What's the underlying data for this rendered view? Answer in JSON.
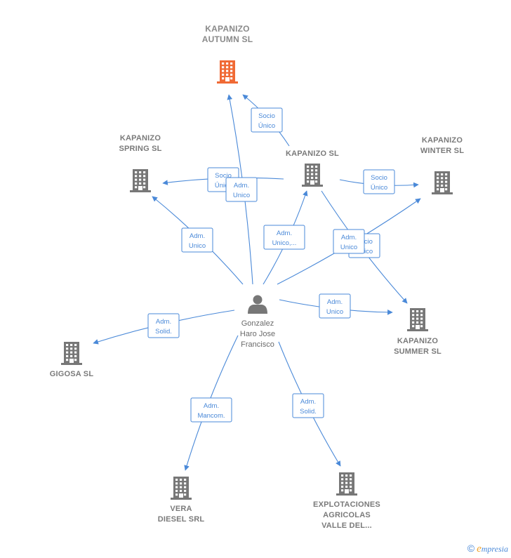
{
  "colors": {
    "edge": "#4a89d8",
    "building": "#777777",
    "building_highlight": "#f06a35",
    "person": "#777777"
  },
  "person": {
    "lines": [
      "Gonzalez",
      "Haro Jose",
      "Francisco"
    ],
    "icon": "person-icon"
  },
  "companies": [
    {
      "id": "autumn",
      "lines": [
        "KAPANIZO",
        "AUTUMN  SL"
      ],
      "highlight": true,
      "icon": "building-icon"
    },
    {
      "id": "kapanizo",
      "lines": [
        "KAPANIZO  SL"
      ],
      "highlight": false,
      "icon": "building-icon"
    },
    {
      "id": "spring",
      "lines": [
        "KAPANIZO",
        "SPRING  SL"
      ],
      "highlight": false,
      "icon": "building-icon"
    },
    {
      "id": "winter",
      "lines": [
        "KAPANIZO",
        "WINTER  SL"
      ],
      "highlight": false,
      "icon": "building-icon"
    },
    {
      "id": "summer",
      "lines": [
        "KAPANIZO",
        "SUMMER  SL"
      ],
      "highlight": false,
      "icon": "building-icon"
    },
    {
      "id": "gigosa",
      "lines": [
        "GIGOSA SL"
      ],
      "highlight": false,
      "icon": "building-icon"
    },
    {
      "id": "vera",
      "lines": [
        "VERA",
        "DIESEL SRL"
      ],
      "highlight": false,
      "icon": "building-icon"
    },
    {
      "id": "explotaciones",
      "lines": [
        "EXPLOTACIONES",
        "AGRICOLAS",
        "VALLE DEL..."
      ],
      "highlight": false,
      "icon": "building-icon"
    }
  ],
  "edges": [
    {
      "from": "kapanizo",
      "to": "autumn",
      "label": [
        "Socio",
        "Único"
      ]
    },
    {
      "from": "kapanizo",
      "to": "spring",
      "label": [
        "Socio",
        "Único"
      ]
    },
    {
      "from": "kapanizo",
      "to": "winter",
      "label": [
        "Socio",
        "Único"
      ]
    },
    {
      "from": "kapanizo",
      "to": "summer",
      "label": [
        "Socio",
        "Único"
      ]
    },
    {
      "from": "person",
      "to": "autumn",
      "label": [
        "Adm.",
        "Unico"
      ]
    },
    {
      "from": "person",
      "to": "spring",
      "label": [
        "Adm.",
        "Unico"
      ]
    },
    {
      "from": "person",
      "to": "kapanizo",
      "label": [
        "Adm.",
        "Unico,..."
      ]
    },
    {
      "from": "person",
      "to": "winter",
      "label": [
        "Adm.",
        "Unico"
      ]
    },
    {
      "from": "person",
      "to": "summer",
      "label": [
        "Adm.",
        "Unico"
      ]
    },
    {
      "from": "person",
      "to": "gigosa",
      "label": [
        "Adm.",
        "Solid."
      ]
    },
    {
      "from": "person",
      "to": "vera",
      "label": [
        "Adm.",
        "Mancom."
      ]
    },
    {
      "from": "person",
      "to": "explotaciones",
      "label": [
        "Adm.",
        "Solid."
      ]
    }
  ],
  "brand": {
    "copyright": "©",
    "e": "e",
    "rest": "mpresia"
  }
}
